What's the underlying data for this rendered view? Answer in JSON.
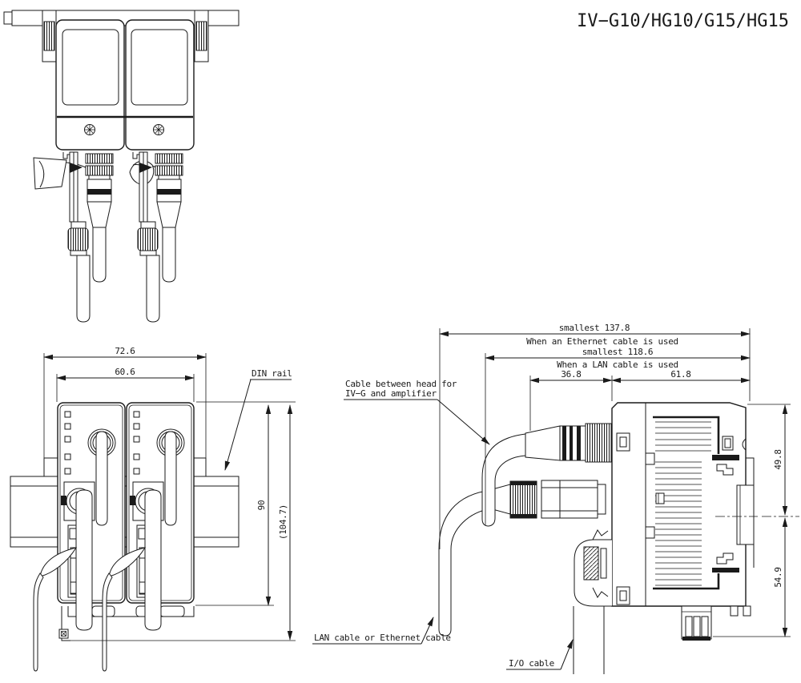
{
  "colors": {
    "ink": "#1a1a1a",
    "background": "#ffffff"
  },
  "title": "IV−G10/HG10/G15/HG15",
  "front_view": {
    "dim_outer_width": "72.6",
    "dim_unit_width": "60.6",
    "dim_body_height": "90",
    "dim_overall_height": "(104.7)",
    "din_rail_label": "DIN rail"
  },
  "side_view": {
    "dim_ethernet_total": "smallest 137.8",
    "ethernet_note": "When an Ethernet cable is used",
    "dim_lan_total": "smallest 118.6",
    "lan_note": "When a LAN cable is used",
    "dim_connector_length": "36.8",
    "dim_body_depth": "61.8",
    "dim_upper_height": "49.8",
    "dim_lower_height": "54.9",
    "head_cable_label_line1": "Cable between head for",
    "head_cable_label_line2": "IV−G and amplifier",
    "lan_cable_label": "LAN cable or Ethernet cable",
    "io_cable_label": "I/O cable"
  }
}
